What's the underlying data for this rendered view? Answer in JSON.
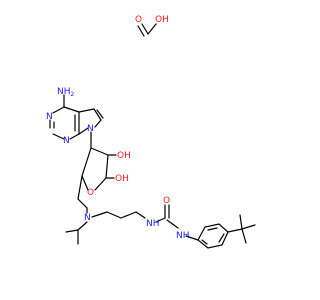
{
  "molecule": {
    "formate": {
      "o_carbonyl": "O",
      "o_hydroxyl": "OH"
    },
    "nucleoside": {
      "amine": "NH",
      "amine_sub": "2",
      "ring_n1": "N",
      "ring_n2": "N",
      "ring_n3": "N",
      "ho_1": "OH",
      "ho_2": "OH",
      "ring_o": "O"
    },
    "linker": {
      "amine_n": "N"
    },
    "urea": {
      "nh_1": "NH",
      "carbonyl_o": "O",
      "nh_2": "NH"
    }
  },
  "colors": {
    "nitrogen": "#2020ff",
    "oxygen": "#ff1a1a",
    "bond": "#000000"
  }
}
